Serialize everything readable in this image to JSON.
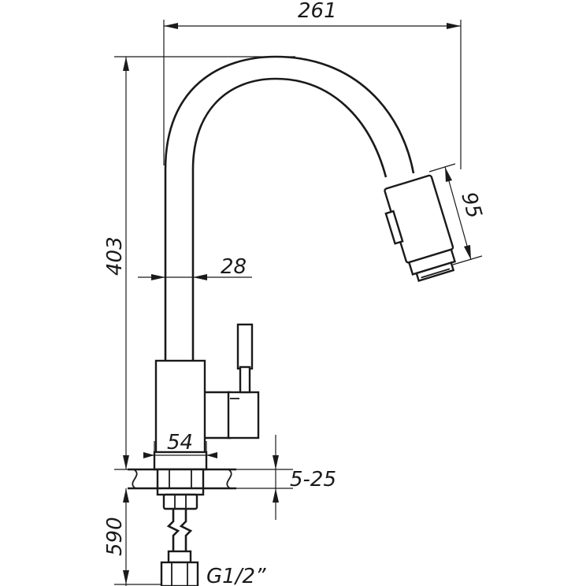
{
  "dimensions": {
    "width": "261",
    "height": "403",
    "tube_diameter": "28",
    "head_length": "95",
    "base_width": "54",
    "counter_thickness": "5-25",
    "hose_length": "590",
    "thread": "G1/2”"
  }
}
